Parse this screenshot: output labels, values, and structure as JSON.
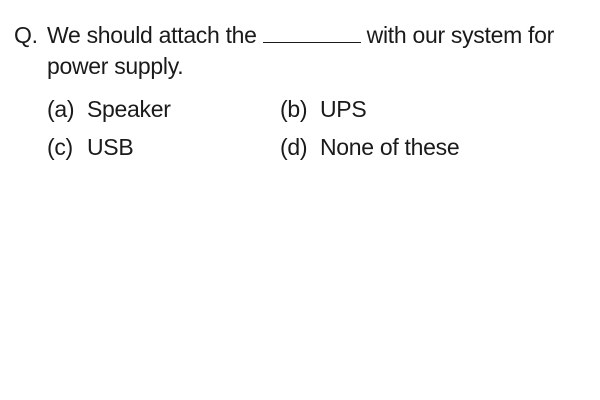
{
  "question": {
    "marker": "Q.",
    "text_before": "We should attach the",
    "text_after": "with our system for power supply."
  },
  "options": [
    {
      "letter": "(a)",
      "label": "Speaker"
    },
    {
      "letter": "(b)",
      "label": "UPS"
    },
    {
      "letter": "(c)",
      "label": "USB"
    },
    {
      "letter": "(d)",
      "label": "None of these"
    }
  ]
}
